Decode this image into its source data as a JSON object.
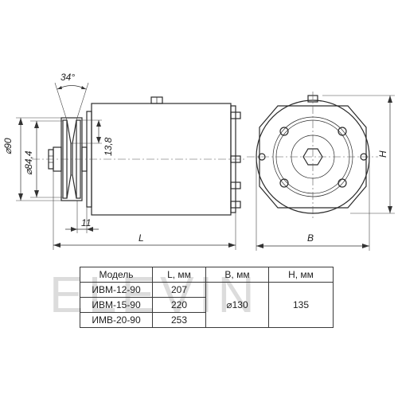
{
  "watermark": "ELEVIN",
  "dimensions": {
    "angle": "34°",
    "pulley_outer_dia": "⌀90",
    "pulley_inner_dia": "⌀84,4",
    "groove_depth": "13,8",
    "hub_length": "11",
    "length": "L",
    "width": "B",
    "height": "H"
  },
  "table": {
    "headers": [
      "Модель",
      "L, мм",
      "B, мм",
      "H, мм"
    ],
    "rows": [
      {
        "model": "ИВМ-12-90",
        "L": "207"
      },
      {
        "model": "ИВМ-15-90",
        "L": "220"
      },
      {
        "model": "ИМВ-20-90",
        "L": "253"
      }
    ],
    "B_value": "⌀130",
    "H_value": "135"
  }
}
